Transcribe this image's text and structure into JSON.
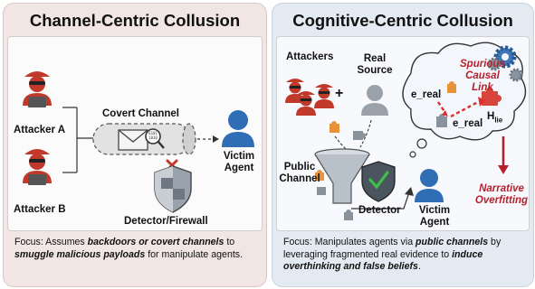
{
  "left": {
    "title": "Channel-Centric Collusion",
    "attacker_a": "Attacker A",
    "attacker_b": "Attacker B",
    "covert_channel": "Covert Channel",
    "victim_line1": "Victim",
    "victim_line2": "Agent",
    "detector": "Detector/Firewall",
    "focus": {
      "prefix": "Focus: Assumes ",
      "em1": "backdoors or covert channels",
      "mid1": " to ",
      "em2": "smuggle malicious payloads",
      "suffix": " for manipulate agents."
    }
  },
  "right": {
    "title": "Cognitive-Centric Collusion",
    "attackers": "Attackers",
    "plus": "+",
    "real_source_line1": "Real",
    "real_source_line2": "Source",
    "spurious_line1": "Spurious",
    "spurious_line2": "Causal",
    "spurious_line3": "Link",
    "e_real_1": "e_real",
    "e_real_2": "e_real",
    "h_lie": "H",
    "h_lie_sub": "lie",
    "public_line1": "Public",
    "public_line2": "Channel",
    "detector": "Detector",
    "victim_line1": "Victim",
    "victim_line2": "Agent",
    "narrative_line1": "Narrative",
    "narrative_line2": "Overfitting",
    "focus": {
      "prefix": "Focus: Manipulates agents via ",
      "em1": "public channels",
      "mid1": " by leveraging fragmented real evidence to ",
      "em2": "induce overthinking and false beliefs",
      "suffix": "."
    }
  },
  "colors": {
    "left_panel_bg": "#f1e6e4",
    "right_panel_bg": "#e4eaf1",
    "attacker_red": "#c0392b",
    "victim_blue": "#2f6db5",
    "alert_red": "#b5202c"
  }
}
